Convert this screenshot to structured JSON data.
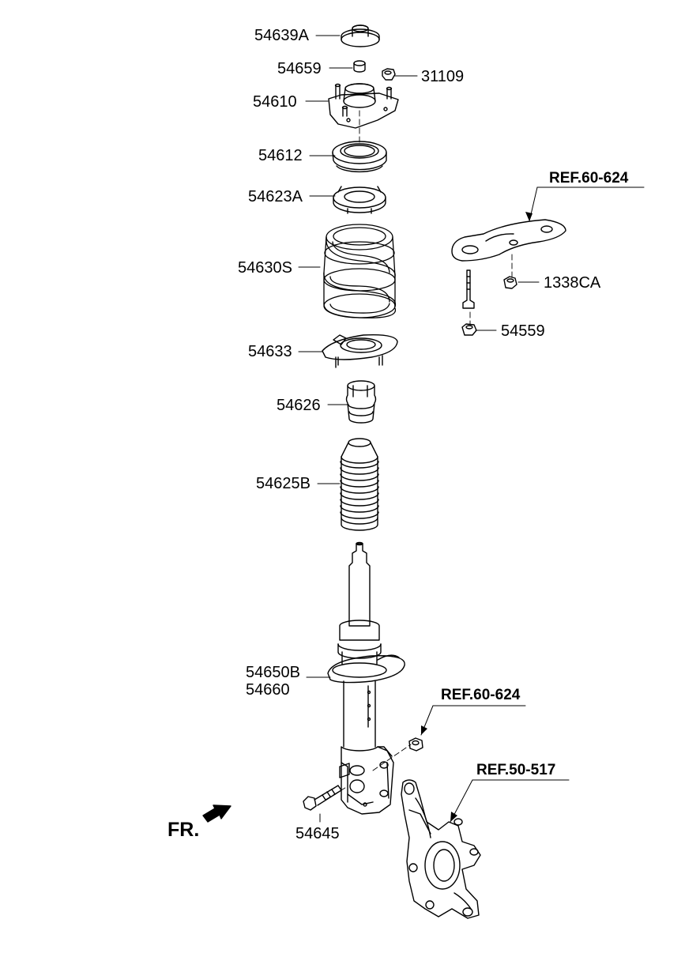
{
  "labels": {
    "p54639A": "54639A",
    "p54659": "54659",
    "p31109": "31109",
    "p54610": "54610",
    "p54612": "54612",
    "p54623A": "54623A",
    "p54630S": "54630S",
    "p54633": "54633",
    "p54626": "54626",
    "p54625B": "54625B",
    "p54650B": "54650B",
    "p54660": "54660",
    "p54645": "54645",
    "p1338CA": "1338CA",
    "p54559": "54559"
  },
  "refs": {
    "top_right": "REF.60-624",
    "mid_right": "REF.60-624",
    "knuckle": "REF.50-517"
  },
  "direction": {
    "label": "FR.",
    "arrow_icon": "front-arrow-icon"
  },
  "colors": {
    "line": "#000000",
    "background": "#ffffff"
  }
}
